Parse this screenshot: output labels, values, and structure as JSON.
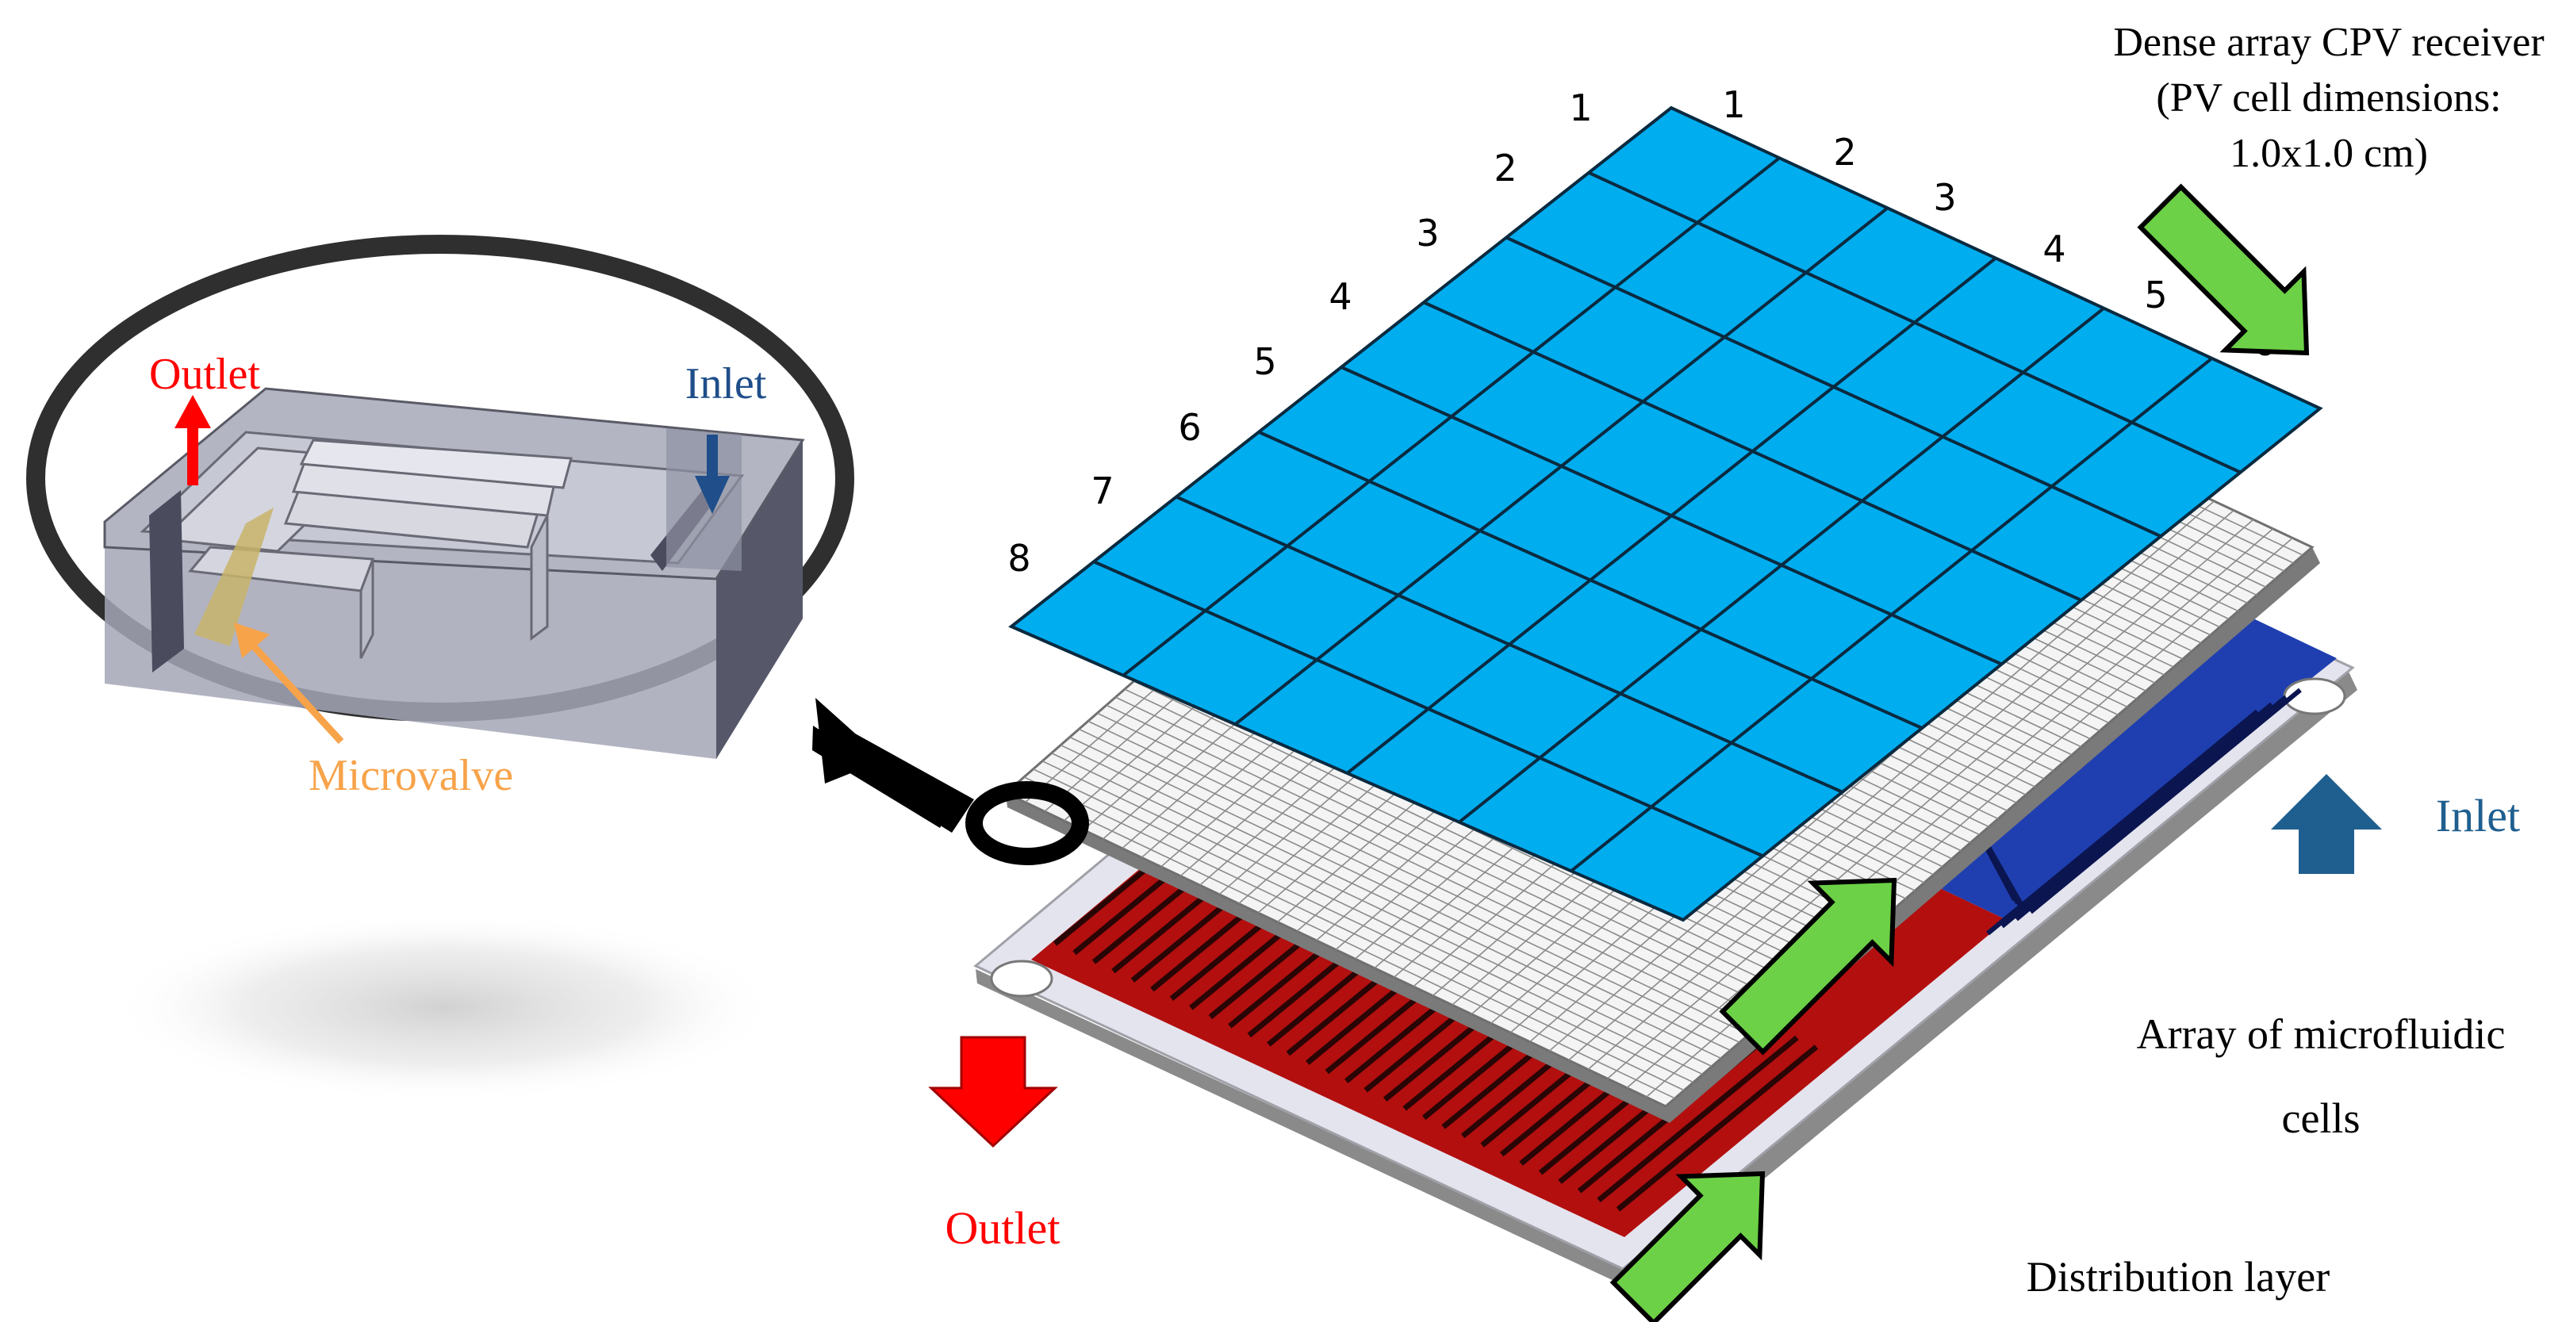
{
  "receiver_label": {
    "line1": "Dense array CPV receiver",
    "line2": "(PV cell dimensions:",
    "line3": "1.0x1.0 cm)"
  },
  "pv_grid": {
    "row_numbers": [
      "1",
      "2",
      "3",
      "4",
      "5",
      "6",
      "7",
      "8"
    ],
    "column_numbers": [
      "1",
      "2",
      "3",
      "4",
      "5",
      "6"
    ],
    "cell_color": "#00adef"
  },
  "labels": {
    "microfluidic_line1": "Array of microfluidic",
    "microfluidic_line2": "cells",
    "distribution": "Distribution layer",
    "inlet": "Inlet",
    "outlet": "Outlet"
  },
  "inset": {
    "outlet": "Outlet",
    "inlet": "Inlet",
    "microvalve": "Microvalve"
  },
  "colors": {
    "pv_blue": "#00adef",
    "green_arrow": "#6cd146",
    "outlet_red": "#ff0000",
    "inlet_blue": "#1f5f8f",
    "microvalve_orange": "#f7a34a",
    "distribution_red": "#b30f0f",
    "distribution_blue": "#1f3fb0"
  }
}
